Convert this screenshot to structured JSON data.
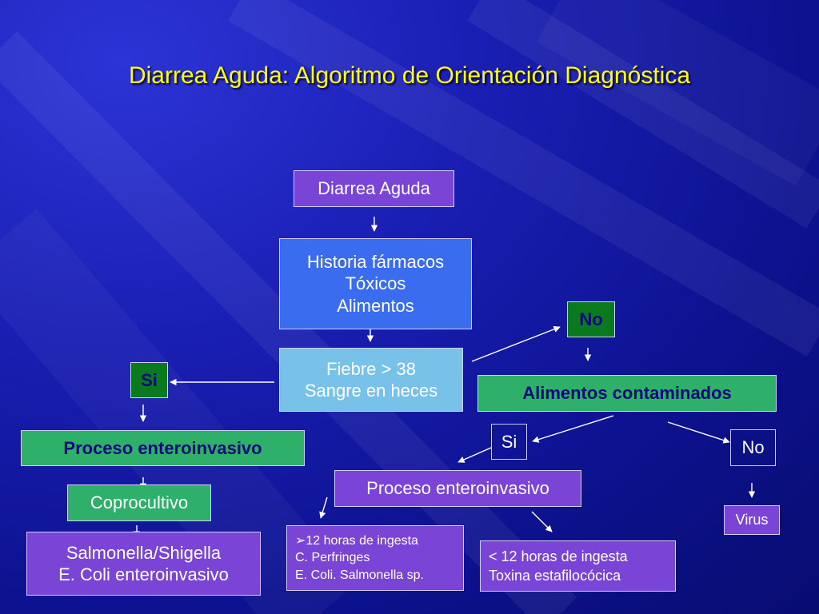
{
  "title": "Diarrea Aguda: Algoritmo de Orientación Diagnóstica",
  "nodes": {
    "diarrea": "Diarrea Aguda",
    "historia": [
      "Historia fármacos",
      "Tóxicos",
      "Alimentos"
    ],
    "fiebre": [
      "Fiebre > 38",
      "Sangre en heces"
    ],
    "si_left": "Si",
    "no_top": "No",
    "alimentos": "Alimentos contaminados",
    "proceso_left": "Proceso enteroinvasivo",
    "coprocultivo": "Coprocultivo",
    "salmonella": [
      "Salmonella/Shigella",
      "E. Coli enteroinvasivo"
    ],
    "si_right": "Si",
    "no_right": "No",
    "proceso_right": "Proceso enteroinvasivo",
    "virus": "Virus",
    "doce_mas": {
      "bullet": "➢",
      "lines": [
        "12 horas de ingesta",
        "C. Perfringes",
        "E. Coli. Salmonella sp."
      ]
    },
    "doce_menos": [
      "< 12 horas de ingesta",
      "Toxina estafilocócica"
    ]
  },
  "colors": {
    "title": "#ffff00",
    "purple_box": "#7a45d6",
    "blue_box": "#3a6cf0",
    "lightblue_box": "#78c2ea",
    "green_box": "#2fb06a",
    "darkgreen_box": "#0a7a1e"
  }
}
